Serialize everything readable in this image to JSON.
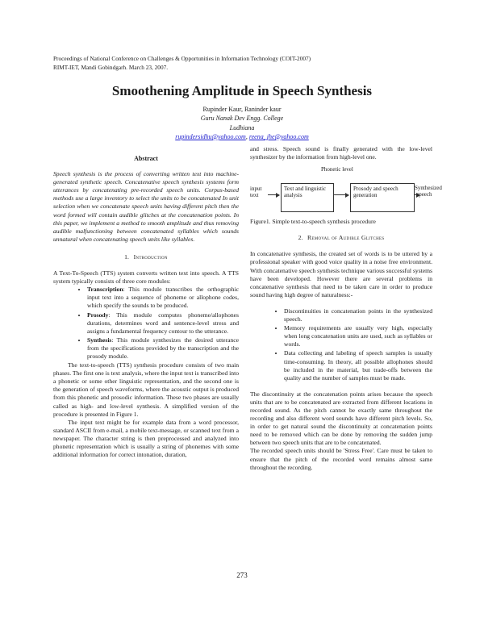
{
  "header": {
    "line1": "Proceedings of National Conference on Challenges & Opportunities in Information Technology (COIT-2007)",
    "line2": "RIMT-IET, Mandi Gobindgarh. March 23, 2007."
  },
  "title": "Smoothening Amplitude in Speech Synthesis",
  "authors": {
    "names": "Rupinder Kaur, Raninder kaur",
    "affiliation": "Guru Nanak Dev Engg. College",
    "city": "Ludhiana",
    "email1": "rupindersidhu@yahoo.com",
    "email_sep": ", ",
    "email2": "reena_jhe@yahoo.com"
  },
  "abstract": {
    "heading": "Abstract",
    "text": "Speech synthesis is the process of converting written text into machine-generated synthetic speech. Concatenative speech synthesis systems form utterances by concatenating pre-recorded speech units. Corpus-based methods use a large inventory to select the units to be concatenated In unit selection when we concatenate speech units having different pitch then the word formed will contain audible glitches at the concatenation points. In this paper, we implement a method to smooth amplitude and thus removing audible malfunctioning between concatenated syllables which sounds unnatural when concatenating speech units like syllables."
  },
  "intro": {
    "num": "1.",
    "heading": "Introduction",
    "p1": "A Text-To-Speech (TTS) system converts written text into speech. A TTS system typically consists of three core modules:",
    "bullets": [
      {
        "term": "Transcription",
        "text": ": This module transcribes the orthographic input text into a sequence of phoneme or allophone codes, which specify the sounds to be produced."
      },
      {
        "term": "Prosody",
        "text": ": This module computes phoneme/allophones durations, determines word and sentence-level stress and assigns a fundamental frequency contour to the utterance."
      },
      {
        "term": "Synthesis",
        "text": ": This module synthesizes the desired utterance from the specifications provided by the transcription and the prosody module."
      }
    ],
    "p2": "The text-to-speech (TTS) synthesis procedure consists of two main phases. The first one is text analysis, where the input text is transcribed into a phonetic or some other linguistic representation, and the second one is the generation of speech waveforms, where the acoustic output is produced from this phonetic and prosodic information. These two phases are usually called as high- and low-level synthesis. A simplified version of the procedure is presented in Figure 1.",
    "p3": "The input text might be for example data from a word processor, standard ASCII from e-mail, a mobile text-message, or scanned text from a newspaper. The character string is then preprocessed and analyzed into phonetic representation which is usually a string of phonemes with some additional information for correct intonation, duration,"
  },
  "right": {
    "p0": "and stress. Speech sound is finally generated with the low-level synthesizer by the information from high-level one.",
    "figure": {
      "top_label": "Phonetic level",
      "input_label": "input text",
      "box1": "Text and linguistic analysis",
      "box2": "Prosody and speech generation",
      "output_label": "Synthesized speech",
      "caption": "Figure1. Simple text-to-speech synthesis procedure"
    },
    "sec2_num": "2.",
    "sec2_heading": "Removal of Audible Glitches",
    "p1": "In concatenative synthesis, the created set of words is to be uttered by a professional speaker with good voice quality in a noise free environment. With concatenative speech synthesis technique various successful systems have been developed. However there are several problems in concatenative synthesis that need to be taken care in order to produce sound having high degree of naturalness:-",
    "bullets": [
      "Discontinuities in concatenation points in the synthesized speech.",
      "Memory requirements are usually very high, especially when long concatenation units are used, such as syllables or words.",
      "Data collecting and labeling of speech samples is usually time-consuming. In theory, all possible allophones should be included in the material, but trade-offs between the quality and the number of samples must be made."
    ],
    "p2": "The discontinuity at the concatenation points arises because the speech units that are to be concatenated are extracted from different locations in recorded sound. As the pitch cannot be exactly same throughout the recording and also different word sounds have different pitch levels. So, in order to get natural sound the discontinuity at concatenation points need to be removed which can be done by removing the sudden jump between two speech units that are to be concatenated.",
    "p3": "The recorded speech units should be 'Stress Free'. Care must be taken to ensure that the pitch of the recorded word remains almost same throughout the recording."
  },
  "page_number": "273"
}
